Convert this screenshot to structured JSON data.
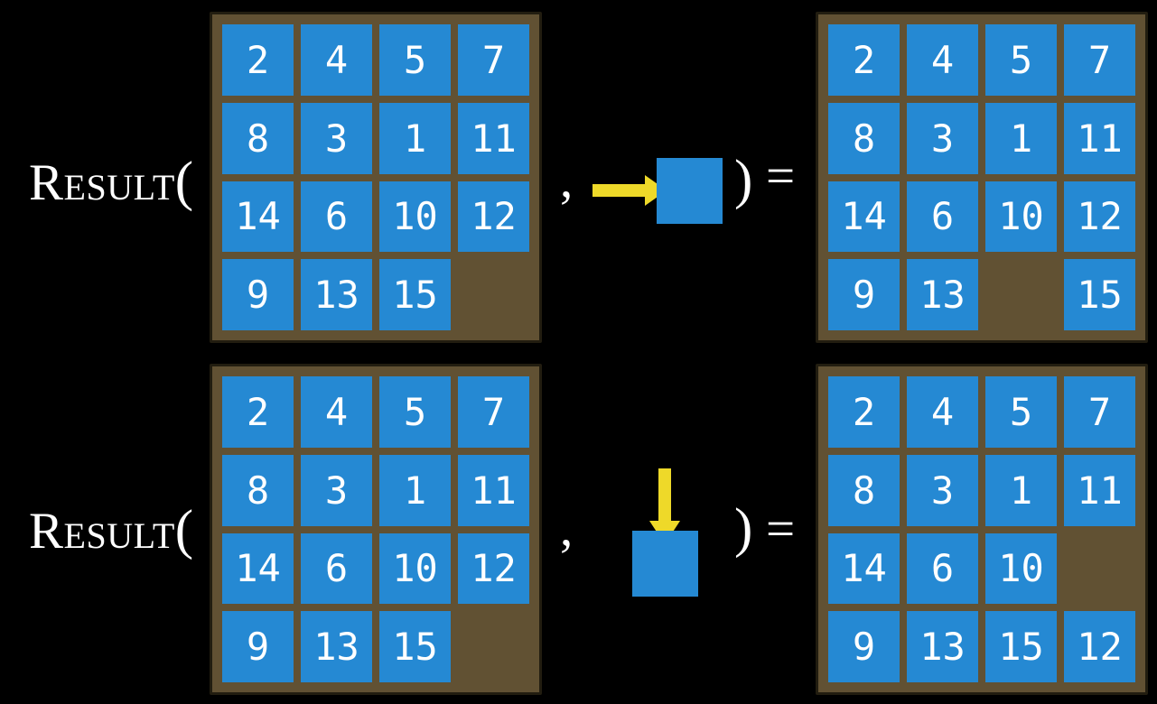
{
  "colors": {
    "bg": "#000000",
    "frame": "#615133",
    "frame-border": "#221d10",
    "tile": "#2589d3",
    "digit": "#ffffff",
    "label": "#ffffff",
    "arrow": "#eed929"
  },
  "label": {
    "name": "Result",
    "open_paren": "(",
    "comma": ",",
    "close_paren": ")",
    "equals": "="
  },
  "examples": [
    {
      "id": "slide-right",
      "action": {
        "direction": "right",
        "icon": "right-arrow-into-tile"
      },
      "input_grid": [
        [
          "2",
          "4",
          "5",
          "7"
        ],
        [
          "8",
          "3",
          "1",
          "11"
        ],
        [
          "14",
          "6",
          "10",
          "12"
        ],
        [
          "9",
          "13",
          "15",
          ""
        ]
      ],
      "output_grid": [
        [
          "2",
          "4",
          "5",
          "7"
        ],
        [
          "8",
          "3",
          "1",
          "11"
        ],
        [
          "14",
          "6",
          "10",
          "12"
        ],
        [
          "9",
          "13",
          "",
          "15"
        ]
      ]
    },
    {
      "id": "slide-down",
      "action": {
        "direction": "down",
        "icon": "down-arrow-into-tile"
      },
      "input_grid": [
        [
          "2",
          "4",
          "5",
          "7"
        ],
        [
          "8",
          "3",
          "1",
          "11"
        ],
        [
          "14",
          "6",
          "10",
          "12"
        ],
        [
          "9",
          "13",
          "15",
          ""
        ]
      ],
      "output_grid": [
        [
          "2",
          "4",
          "5",
          "7"
        ],
        [
          "8",
          "3",
          "1",
          "11"
        ],
        [
          "14",
          "6",
          "10",
          ""
        ],
        [
          "9",
          "13",
          "15",
          "12"
        ]
      ]
    }
  ]
}
